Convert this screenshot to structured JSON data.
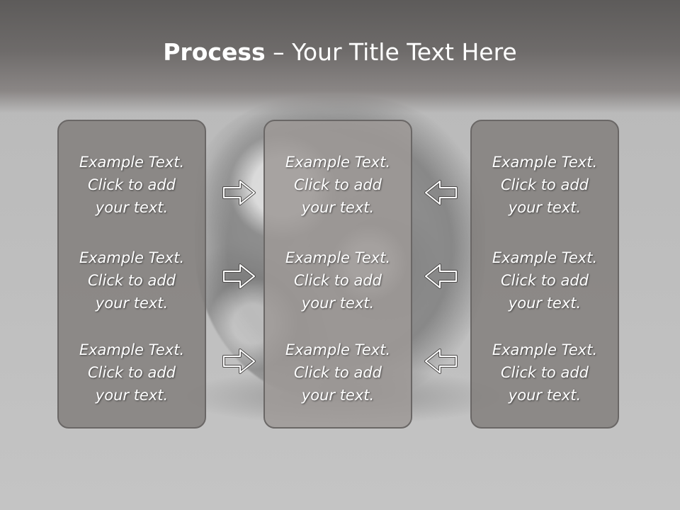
{
  "title": {
    "bold": "Process",
    "rest": " – Your Title Text Here"
  },
  "columns": [
    {
      "cells": [
        "Example Text.\nClick  to add\nyour text.",
        "Example Text.\nClick  to add\nyour text.",
        "Example Text.\nClick  to add\nyour text."
      ]
    },
    {
      "cells": [
        "Example Text.\nClick  to add\nyour text.",
        "Example Text.\nClick  to add\nyour text.",
        "Example Text.\nClick  to add\nyour text."
      ]
    },
    {
      "cells": [
        "Example Text.\nClick  to add\nyour text.",
        "Example Text.\nClick  to add\nyour text.",
        "Example Text.\nClick  to add\nyour text."
      ]
    }
  ],
  "arrows": {
    "left_to_mid": "arrow-right-icon",
    "right_to_mid": "arrow-left-icon"
  },
  "colors": {
    "header": "#6e6b6a",
    "box_border": "#6a6766",
    "text": "#ffffff"
  }
}
